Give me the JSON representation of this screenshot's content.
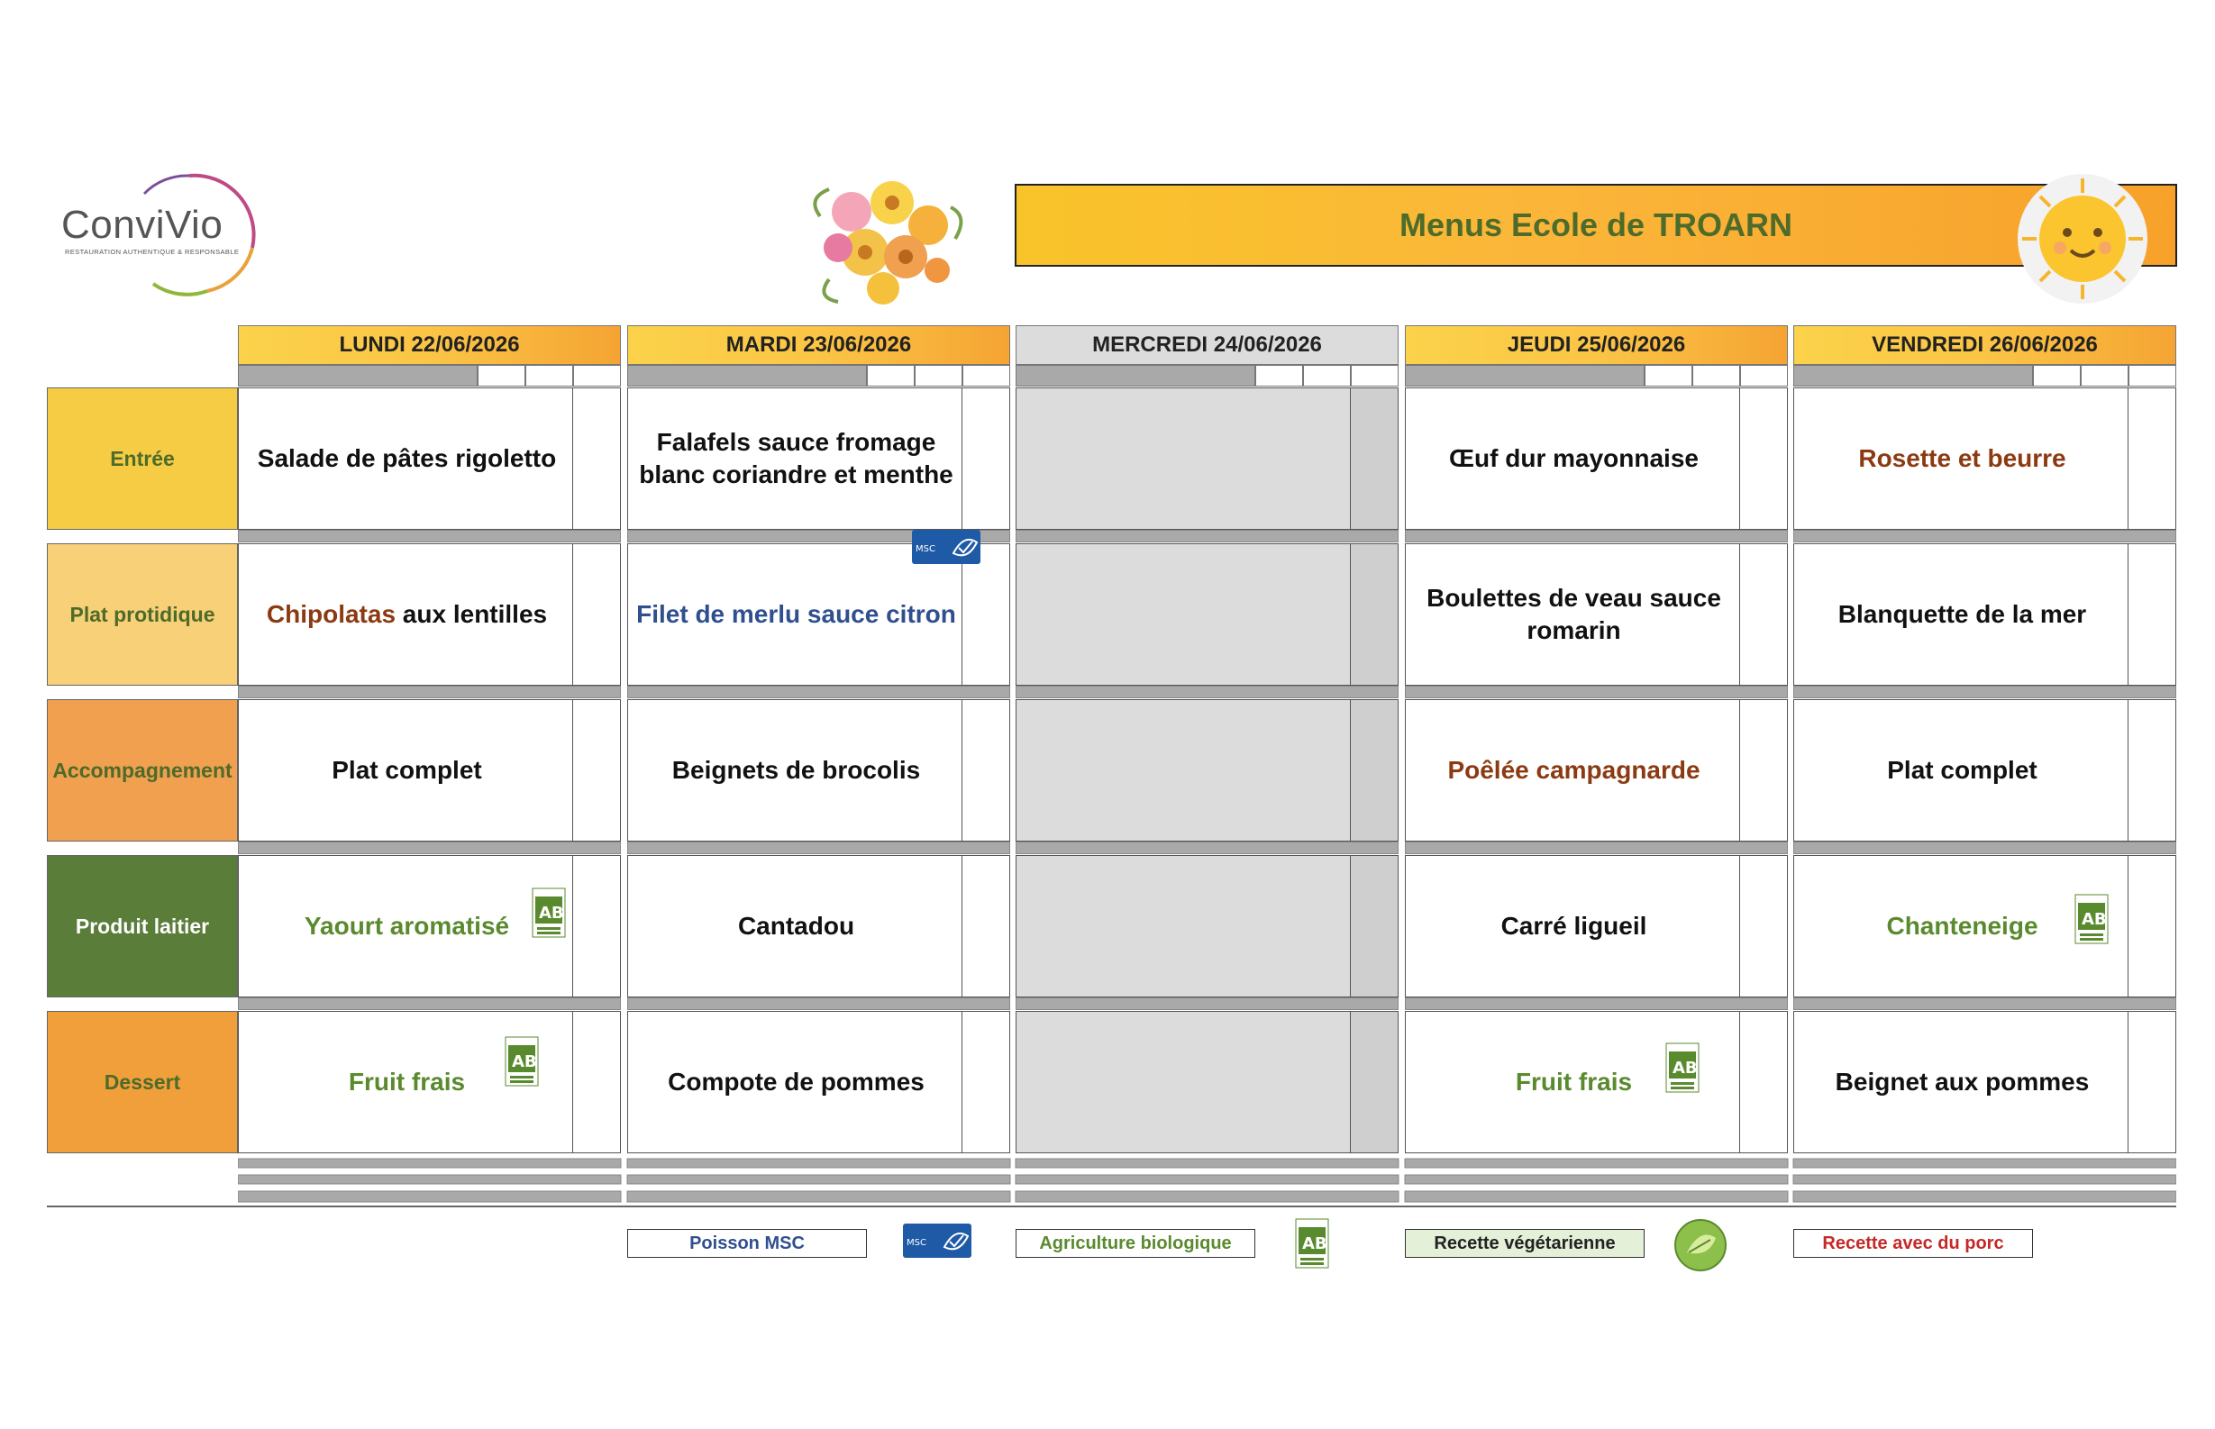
{
  "logo": {
    "word": "ConviVio",
    "tagline": "RESTAURATION AUTHENTIQUE & RESPONSABLE"
  },
  "title": "Menus Ecole de TROARN",
  "days": [
    {
      "label": "LUNDI  22/06/2026"
    },
    {
      "label": "MARDI 23/06/2026"
    },
    {
      "label": "MERCREDI 24/06/2026"
    },
    {
      "label": "JEUDI 25/06/2026"
    },
    {
      "label": "VENDREDI 26/06/2026"
    }
  ],
  "categories": [
    {
      "label": "Entrée",
      "bg": "#f6cc45",
      "color": "#4d6b2a"
    },
    {
      "label": "Plat protidique",
      "bg": "#f8d077",
      "color": "#4d6b2a"
    },
    {
      "label": "Accompagnement",
      "bg": "#f0a04e",
      "color": "#4d6b2a"
    },
    {
      "label": "Produit laitier",
      "bg": "#5a7d3a",
      "color": "#ffffff"
    },
    {
      "label": "Dessert",
      "bg": "#f19f3b",
      "color": "#4d6b2a"
    }
  ],
  "menu": {
    "row0": [
      "Salade de pâtes rigoletto",
      "Falafels sauce fromage blanc coriandre et menthe",
      "",
      "Œuf dur mayonnaise",
      "Rosette et beurre"
    ],
    "row1_lundi_a": "Chipolatas",
    "row1_lundi_b": " aux lentilles",
    "row1": [
      "",
      "Filet de merlu sauce citron",
      "",
      "Boulettes de veau sauce romarin",
      "Blanquette de la mer"
    ],
    "row2": [
      "Plat complet",
      "Beignets de brocolis",
      "",
      "Poêlée campagnarde",
      "Plat complet"
    ],
    "row3": [
      "Yaourt aromatisé",
      "Cantadou",
      "",
      "Carré ligueil",
      "Chanteneige"
    ],
    "row4": [
      "Fruit frais",
      "Compote de pommes",
      "",
      "Fruit frais",
      "Beignet aux pommes"
    ]
  },
  "colors": {
    "default": "#111111",
    "pork": "#8b3a12",
    "msc": "#2f4f8f",
    "bio": "#5a8a2e"
  },
  "badges": {
    "ab": "AB",
    "msc": "MSC"
  },
  "legend": {
    "msc": "Poisson MSC",
    "bio": "Agriculture biologique",
    "veg": "Recette végétarienne",
    "pork": "Recette avec du porc"
  }
}
